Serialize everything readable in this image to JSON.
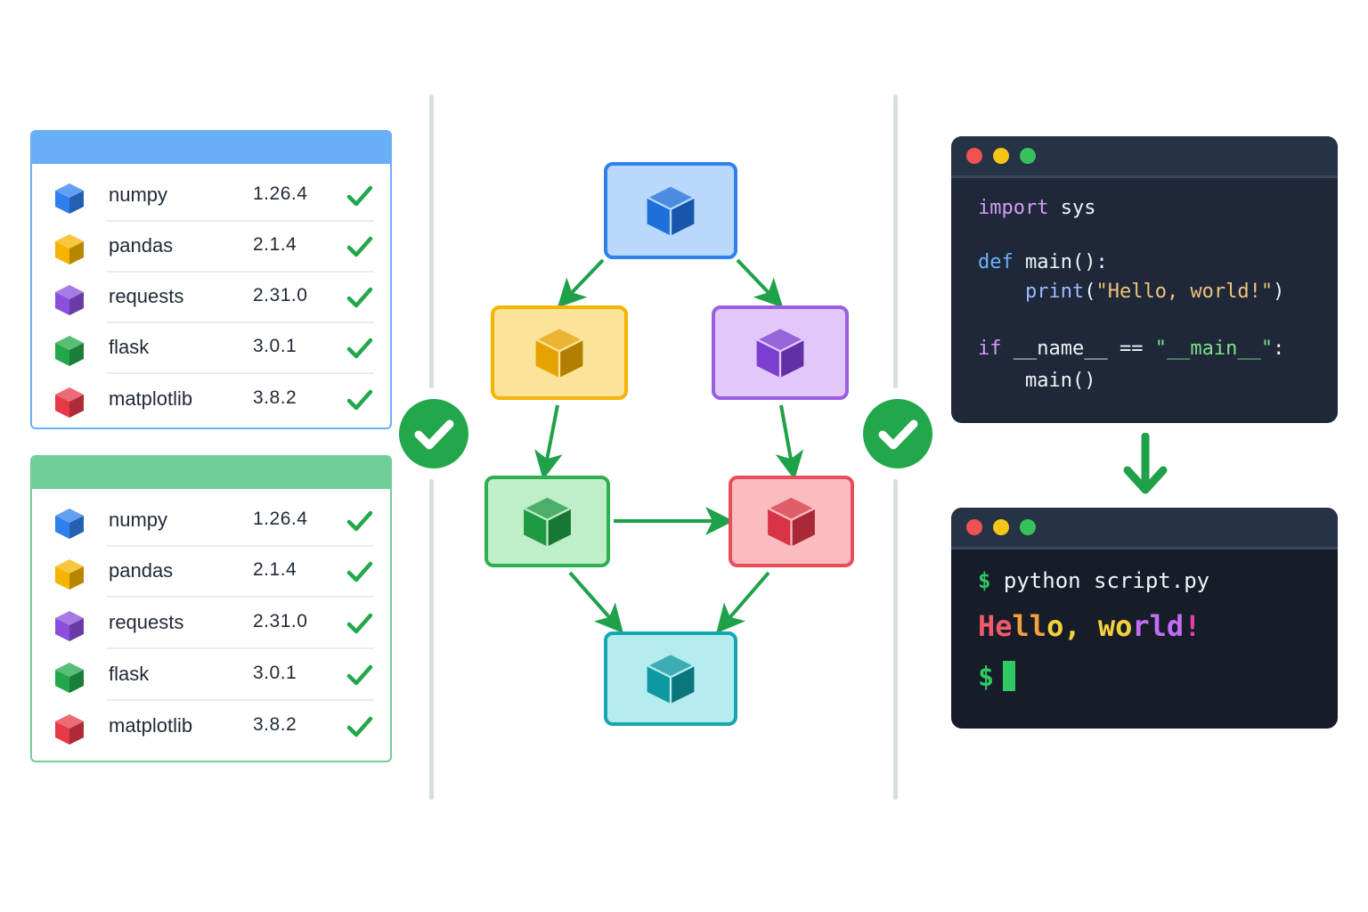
{
  "panels": [
    {
      "header_color": "#6aaef7",
      "border_color": "#6aaef7",
      "packages": [
        {
          "name": "numpy",
          "version": "1.26.4",
          "color": "#2f80ed"
        },
        {
          "name": "pandas",
          "version": "2.1.4",
          "color": "#f5b400"
        },
        {
          "name": "requests",
          "version": "2.31.0",
          "color": "#8a4fdc"
        },
        {
          "name": "flask",
          "version": "3.0.1",
          "color": "#22a84a"
        },
        {
          "name": "matplotlib",
          "version": "3.8.2",
          "color": "#e63946"
        }
      ]
    },
    {
      "header_color": "#6fcf97",
      "border_color": "#6fcf97",
      "packages": [
        {
          "name": "numpy",
          "version": "1.26.4",
          "color": "#2f80ed"
        },
        {
          "name": "pandas",
          "version": "2.1.4",
          "color": "#f5b400"
        },
        {
          "name": "requests",
          "version": "2.31.0",
          "color": "#8a4fdc"
        },
        {
          "name": "flask",
          "version": "3.0.1",
          "color": "#22a84a"
        },
        {
          "name": "matplotlib",
          "version": "3.8.2",
          "color": "#e63946"
        }
      ]
    }
  ],
  "graph_nodes": [
    {
      "id": "blue",
      "fill": "#b9d8fb",
      "stroke": "#2f80ed",
      "cube": "#1e6fd9"
    },
    {
      "id": "yellow",
      "fill": "#fbe39a",
      "stroke": "#f5b400",
      "cube": "#e6a300"
    },
    {
      "id": "purple",
      "fill": "#e2c7fb",
      "stroke": "#9a5fe0",
      "cube": "#7c3fd1"
    },
    {
      "id": "green",
      "fill": "#bfeec9",
      "stroke": "#2eb052",
      "cube": "#1e9a43"
    },
    {
      "id": "red",
      "fill": "#fbbcc0",
      "stroke": "#e94d5a",
      "cube": "#d93445"
    },
    {
      "id": "teal",
      "fill": "#b4ecef",
      "stroke": "#17a6ad",
      "cube": "#0e98a0"
    }
  ],
  "code_terminal": {
    "dot_colors": [
      "#f05252",
      "#f5c518",
      "#38c15a"
    ],
    "line1_kw": "import",
    "line1_rest": " sys",
    "line2_kw": "def",
    "line2_rest": " main():",
    "line3_indent": "    ",
    "line3_fn": "print",
    "line3_open": "(",
    "line3_str": "\"Hello, world!\"",
    "line3_close": ")",
    "line4_kw": "if",
    "line4_mid": " __name__ == ",
    "line4_str": "\"__main__\"",
    "line4_end": ":",
    "line5": "    main()"
  },
  "output_terminal": {
    "dot_colors": [
      "#f05252",
      "#f5c518",
      "#38c15a"
    ],
    "prompt": "$",
    "command": " python script.py",
    "output_parts": [
      {
        "text": "He",
        "color": "#f05a6b"
      },
      {
        "text": "ll",
        "color": "#f5a03c"
      },
      {
        "text": "o,",
        "color": "#f5d23c"
      },
      {
        "text": " ",
        "color": "#ffffff"
      },
      {
        "text": "wo",
        "color": "#f5d23c"
      },
      {
        "text": "rld",
        "color": "#c26df5"
      },
      {
        "text": "!",
        "color": "#e940a8"
      }
    ],
    "prompt2": "$"
  }
}
